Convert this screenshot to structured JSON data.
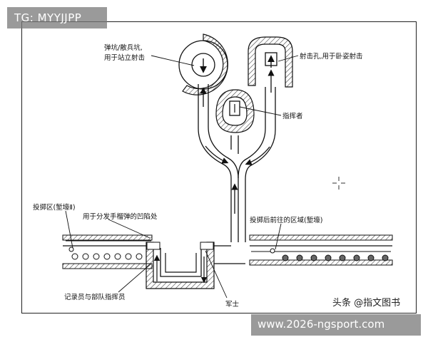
{
  "watermarks": {
    "top_left": "TG: MYYJJPP",
    "bottom_right": "www.2026-ngsport.com"
  },
  "credit": "头条 @指文图书",
  "labels": {
    "crater": "弹坑/散兵坑,",
    "crater_line2": "用于站立射击",
    "firing_hole": "射击孔,用于卧姿射击",
    "commander": "指挥者",
    "throwing_zone": "投掷区(堑壕Ⅱ)",
    "grenade_pit": "用于分发手榴弹的凹陷处",
    "forward_zone": "投掷后前往的区域(堑壕)",
    "recorder": "记录员与部队指挥员",
    "soldier": "军士"
  },
  "colors": {
    "ink": "#111111",
    "hatch": "#444444",
    "overlay": "#787878"
  }
}
